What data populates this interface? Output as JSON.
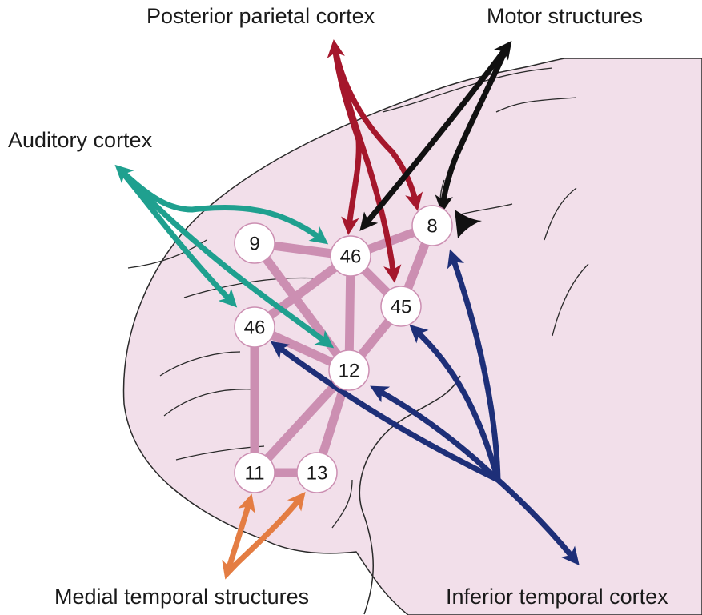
{
  "labels": {
    "posterior_parietal": "Posterior parietal cortex",
    "motor": "Motor structures",
    "auditory": "Auditory cortex",
    "medial_temporal": "Medial temporal structures",
    "inferior_temporal": "Inferior temporal cortex"
  },
  "nodes": {
    "area9": "9",
    "area46_dorsal": "46",
    "area8": "8",
    "area45": "45",
    "area46_ventral": "46",
    "area12": "12",
    "area11": "11",
    "area13": "13"
  },
  "colors": {
    "brain_fill": "#f2dfea",
    "brain_outline": "#2a2a2a",
    "connection": "#cc8fb2",
    "node_fill": "#ffffff",
    "posterior_parietal_arrows": "#a5172c",
    "motor_arrows": "#111111",
    "auditory_arrows": "#1fa08f",
    "medial_temporal_arrows": "#e47d43",
    "inferior_temporal_arrows": "#1e2f78"
  }
}
